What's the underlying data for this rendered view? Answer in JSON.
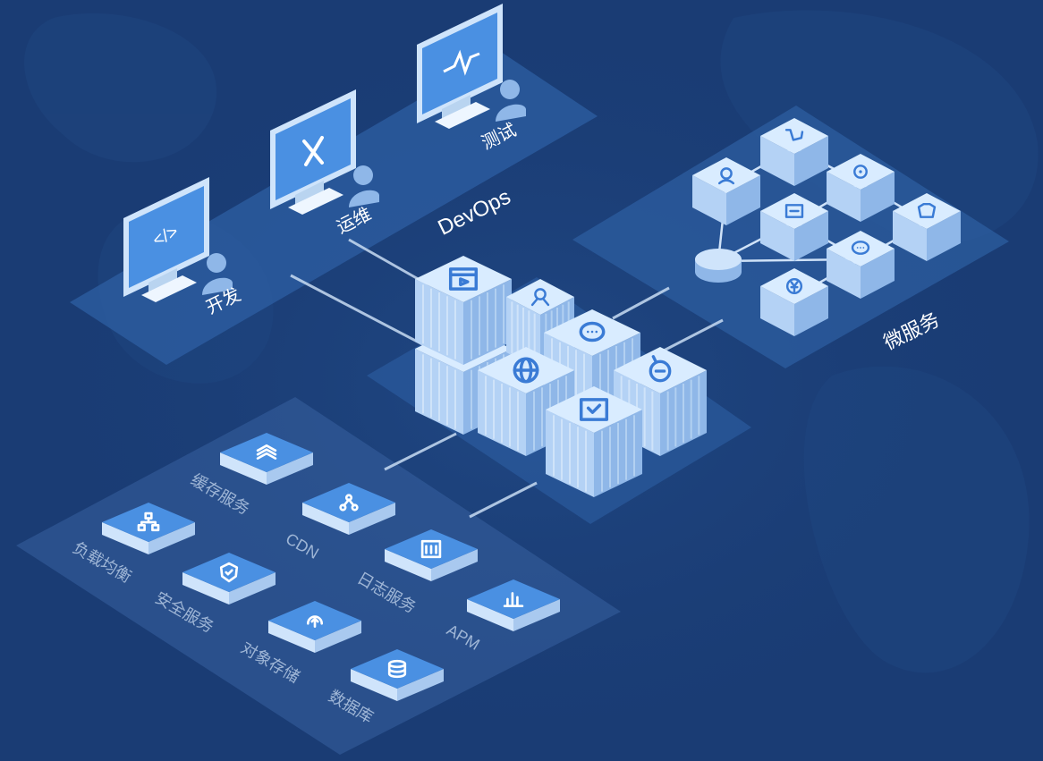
{
  "devops": {
    "title": "DevOps",
    "stations": [
      {
        "label": "开发",
        "icon": "code-icon"
      },
      {
        "label": "运维",
        "icon": "tools-icon"
      },
      {
        "label": "测试",
        "icon": "pulse-icon"
      }
    ]
  },
  "microservice": {
    "title": "微服务",
    "nodes": [
      {
        "icon": "search-icon"
      },
      {
        "icon": "cart-icon"
      },
      {
        "icon": "location-icon"
      },
      {
        "icon": "id-card-icon"
      },
      {
        "icon": "shirt-icon"
      },
      {
        "icon": "chat-icon"
      },
      {
        "icon": "yen-icon"
      },
      {
        "icon": "database-disc-icon"
      }
    ]
  },
  "core": {
    "containers": [
      {
        "icon": "browser-icon"
      },
      {
        "icon": "user-icon"
      },
      {
        "icon": "chat-bubble-icon"
      },
      {
        "icon": "globe-icon"
      },
      {
        "icon": "robot-icon"
      },
      {
        "icon": "check-window-icon"
      }
    ]
  },
  "services": [
    {
      "label": "缓存服务",
      "icon": "stack-icon"
    },
    {
      "label": "CDN",
      "icon": "network-icon"
    },
    {
      "label": "负载均衡",
      "icon": "load-balance-icon"
    },
    {
      "label": "日志服务",
      "icon": "log-icon"
    },
    {
      "label": "安全服务",
      "icon": "shield-icon"
    },
    {
      "label": "APM",
      "icon": "bar-chart-icon"
    },
    {
      "label": "对象存储",
      "icon": "cloud-storage-icon"
    },
    {
      "label": "数据库",
      "icon": "database-icon"
    }
  ],
  "colors": {
    "background": "#1a3c74",
    "platform": "#2d5fa3",
    "cube_top": "#d9ecff",
    "cube_left": "#b4d2f5",
    "cube_right": "#8fb7e8",
    "tile_face": "#4a90e2",
    "label": "#ffffff",
    "service_label": "#9fb6d6"
  }
}
